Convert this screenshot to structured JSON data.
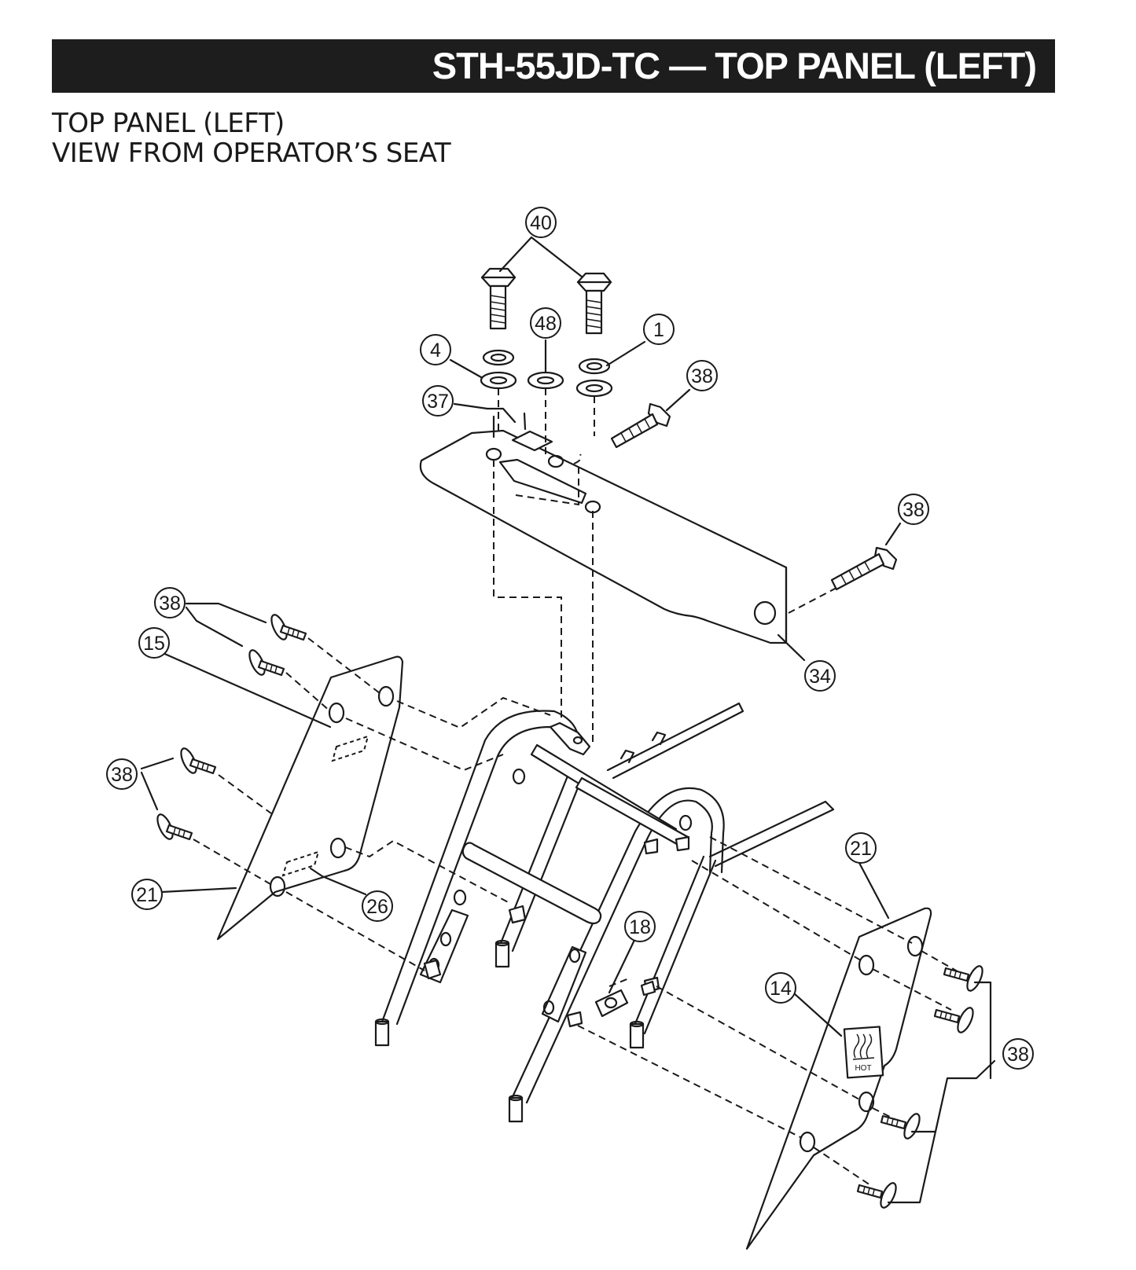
{
  "header": {
    "title": "STH-55JD-TC — TOP PANEL (LEFT)"
  },
  "subtitle": {
    "line1": "TOP PANEL (LEFT)",
    "line2": "VIEW FROM OPERATOR’S SEAT"
  },
  "label_hot": "HOT",
  "callouts": {
    "c40": "40",
    "c48": "48",
    "c1": "1",
    "c4": "4",
    "c37": "37",
    "c38a": "38",
    "c38b": "38",
    "c38c": "38",
    "c38d": "38",
    "c38e": "38",
    "c34": "34",
    "c15": "15",
    "c21a": "21",
    "c21b": "21",
    "c26": "26",
    "c18": "18",
    "c14": "14"
  }
}
